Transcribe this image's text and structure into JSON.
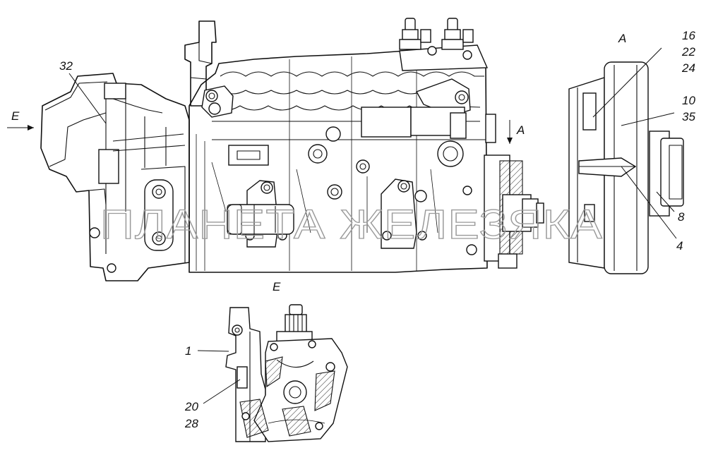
{
  "views": {
    "main_arrow": "E",
    "section_a_arrow": "A",
    "detail_a_title": "A",
    "detail_e_title": "E"
  },
  "callouts": {
    "c32": "32",
    "c16": "16",
    "c22": "22",
    "c24": "24",
    "c10": "10",
    "c35": "35",
    "c8": "8",
    "c4": "4",
    "c1": "1",
    "c20": "20",
    "c28": "28"
  },
  "watermark": "ПЛАНЕТА ЖЕЛЕЗЯКА"
}
